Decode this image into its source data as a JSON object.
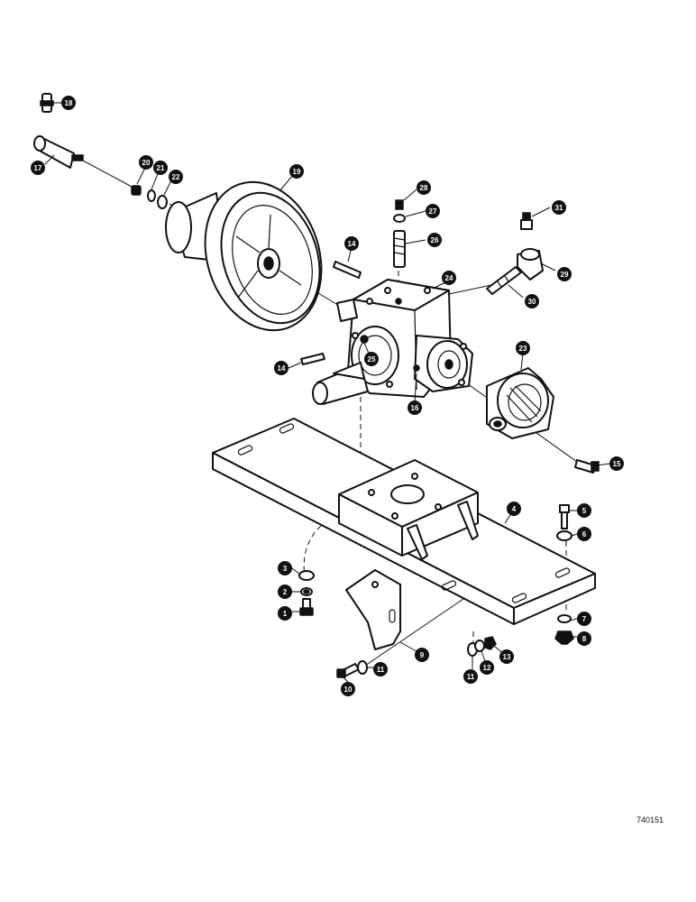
{
  "figure": {
    "id_label": "740151",
    "callouts": [
      {
        "n": "1"
      },
      {
        "n": "2"
      },
      {
        "n": "3"
      },
      {
        "n": "4"
      },
      {
        "n": "5"
      },
      {
        "n": "6"
      },
      {
        "n": "7"
      },
      {
        "n": "8"
      },
      {
        "n": "9"
      },
      {
        "n": "10"
      },
      {
        "n": "11"
      },
      {
        "n": "11"
      },
      {
        "n": "12"
      },
      {
        "n": "13"
      },
      {
        "n": "14"
      },
      {
        "n": "14"
      },
      {
        "n": "15"
      },
      {
        "n": "16"
      },
      {
        "n": "17"
      },
      {
        "n": "18"
      },
      {
        "n": "19"
      },
      {
        "n": "20"
      },
      {
        "n": "21"
      },
      {
        "n": "22"
      },
      {
        "n": "23"
      },
      {
        "n": "24"
      },
      {
        "n": "25"
      },
      {
        "n": "26"
      },
      {
        "n": "27"
      },
      {
        "n": "28"
      },
      {
        "n": "29"
      },
      {
        "n": "30"
      },
      {
        "n": "31"
      }
    ]
  },
  "colors": {
    "ink": "#111111",
    "paper": "#ffffff"
  }
}
